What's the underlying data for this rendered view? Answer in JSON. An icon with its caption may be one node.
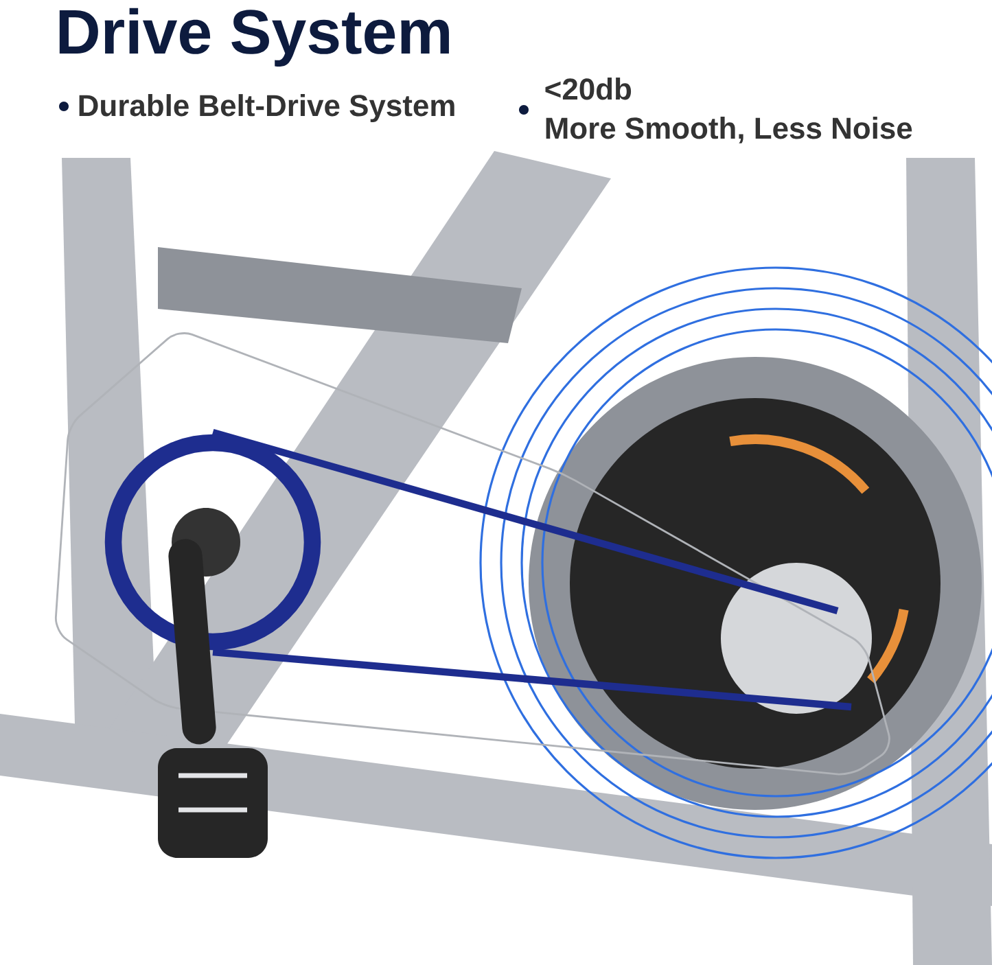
{
  "diagram": {
    "title": "Drive System",
    "labels": [
      "Durable Belt-Drive System",
      "<20db",
      "More Smooth, Less Noise"
    ]
  }
}
